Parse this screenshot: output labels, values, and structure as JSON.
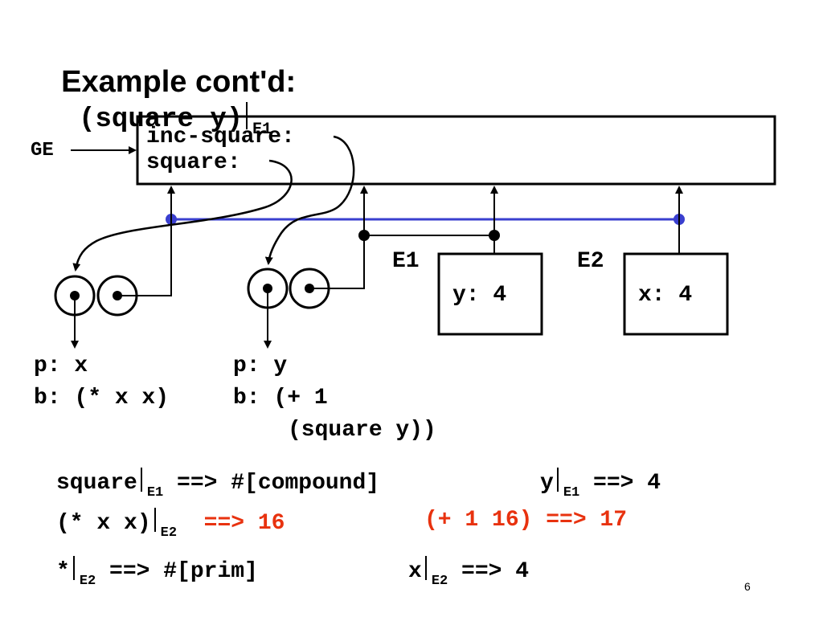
{
  "title": {
    "prefix": "Example cont'd:",
    "expr": "(square y)",
    "env": "E1"
  },
  "global_env": {
    "label": "GE",
    "bindings": [
      "inc-square:",
      "square:"
    ]
  },
  "frames": [
    {
      "label": "E1",
      "binding": "y: 4"
    },
    {
      "label": "E2",
      "binding": "x: 4"
    }
  ],
  "procedures": [
    {
      "params": "p: x",
      "body": [
        "b: (* x x)"
      ]
    },
    {
      "params": "p: y",
      "body": [
        "b: (+ 1",
        "(square y))"
      ]
    }
  ],
  "evaluations": [
    {
      "expr": "square",
      "env": "E1",
      "result": "==> #[compound]"
    },
    {
      "expr": "y",
      "env": "E1",
      "result": "==> 4"
    },
    {
      "expr": "(* x x)",
      "env": "E2",
      "result": "==> 16"
    },
    {
      "expr": "",
      "env": "",
      "result": "(+ 1 16) ==> 17"
    },
    {
      "expr": "*",
      "env": "E2",
      "result": "==> #[prim]"
    },
    {
      "expr": "x",
      "env": "E2",
      "result": "==> 4"
    }
  ],
  "page_number": "6",
  "colors": {
    "highlight": "#e8320f",
    "env_chain": "#3a3fcf"
  }
}
